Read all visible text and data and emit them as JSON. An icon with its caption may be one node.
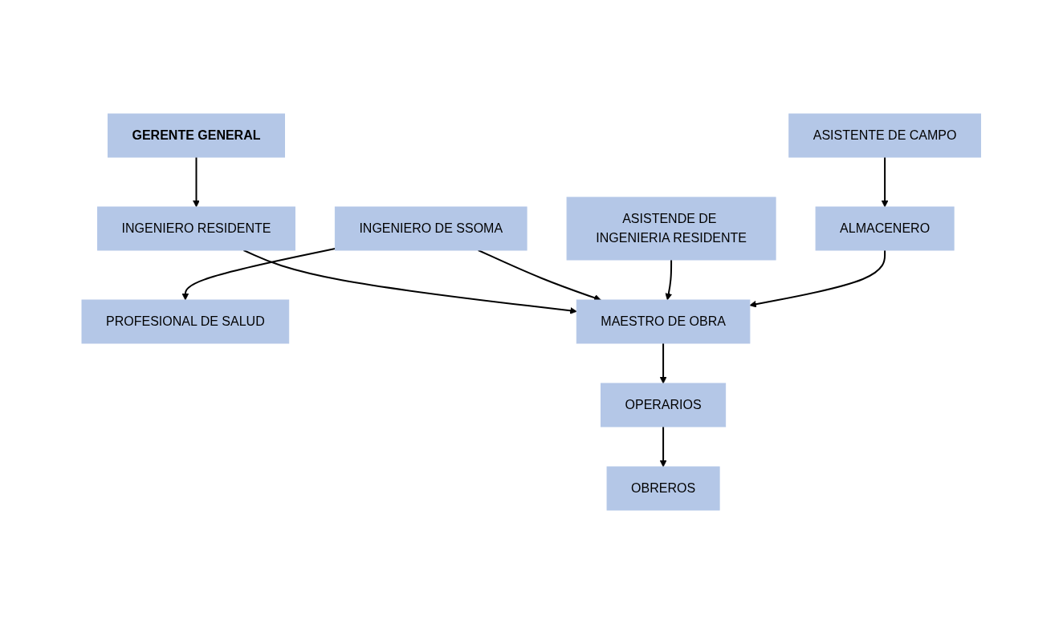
{
  "diagram": {
    "nodes": [
      {
        "text": [
          "GERENTE GENERAL"
        ]
      },
      {
        "text": [
          "INGENIERO RESIDENTE"
        ]
      },
      {
        "text": [
          "INGENIERO DE SSOMA"
        ]
      },
      {
        "text": [
          "ASISTENDE DE INGENIERIA RESIDENTE"
        ]
      },
      {
        "text": [
          "PROFESIONAL DE SALUD"
        ]
      },
      {
        "text": [
          "MAESTRO DE OBRA"
        ]
      },
      {
        "text": [
          "ALMACENERO"
        ]
      },
      {
        "text": [
          "ASISTENTE DE CAMPO"
        ]
      },
      {
        "text": [
          "OPERARIOS"
        ]
      },
      {
        "text": [
          "OBREROS"
        ]
      }
    ],
    "edges": [
      {
        "from": 0,
        "to": 1,
        "arrow": "to"
      },
      {
        "from": 1,
        "to": 5,
        "arrow": "to"
      },
      {
        "from": 2,
        "to": 5,
        "arrow": "to"
      },
      {
        "from": 3,
        "to": 5,
        "arrow": "to"
      },
      {
        "from": 2,
        "to": 4,
        "arrow": "to"
      },
      {
        "from": 6,
        "to": 5,
        "arrow": "to"
      },
      {
        "from": 7,
        "to": 6,
        "arrow": "to"
      },
      {
        "from": 5,
        "to": 8,
        "arrow": "to"
      },
      {
        "from": 8,
        "to": 9,
        "arrow": "to"
      }
    ]
  }
}
